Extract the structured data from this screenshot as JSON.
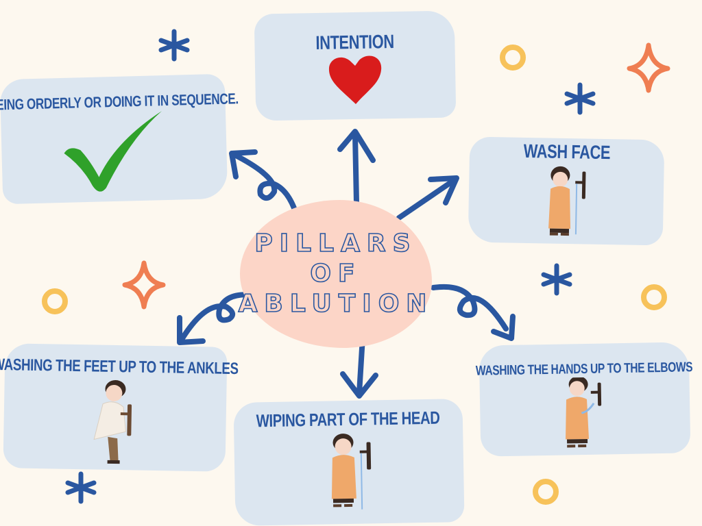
{
  "title": {
    "lines": [
      "PILLARS",
      "OF",
      "ABLUTION"
    ]
  },
  "pillars": [
    {
      "id": "intention",
      "label": "INTENTION",
      "icon": "heart-icon"
    },
    {
      "id": "wash-face",
      "label": "WASH FACE",
      "icon": "boy-washing-face-illustration"
    },
    {
      "id": "hands",
      "label": "WASHING THE HANDS UP TO THE ELBOWS",
      "icon": "boy-washing-hands-illustration"
    },
    {
      "id": "head",
      "label": "WIPING PART OF THE HEAD",
      "icon": "boy-wiping-head-illustration"
    },
    {
      "id": "feet",
      "label": "WASHING THE FEET UP TO THE ANKLES",
      "icon": "boy-washing-feet-illustration"
    },
    {
      "id": "orderly",
      "label": "BEING ORDERLY OR DOING IT IN SEQUENCE.",
      "icon": "checkmark-icon"
    }
  ],
  "colors": {
    "background": "#fdf8ef",
    "card": "#dce6f0",
    "center": "#fcd5c7",
    "accent_blue": "#2a57a0",
    "heart": "#d91c1c",
    "check": "#2fa12a",
    "sparkle": "#ef7e52",
    "ring": "#f7c25a"
  }
}
